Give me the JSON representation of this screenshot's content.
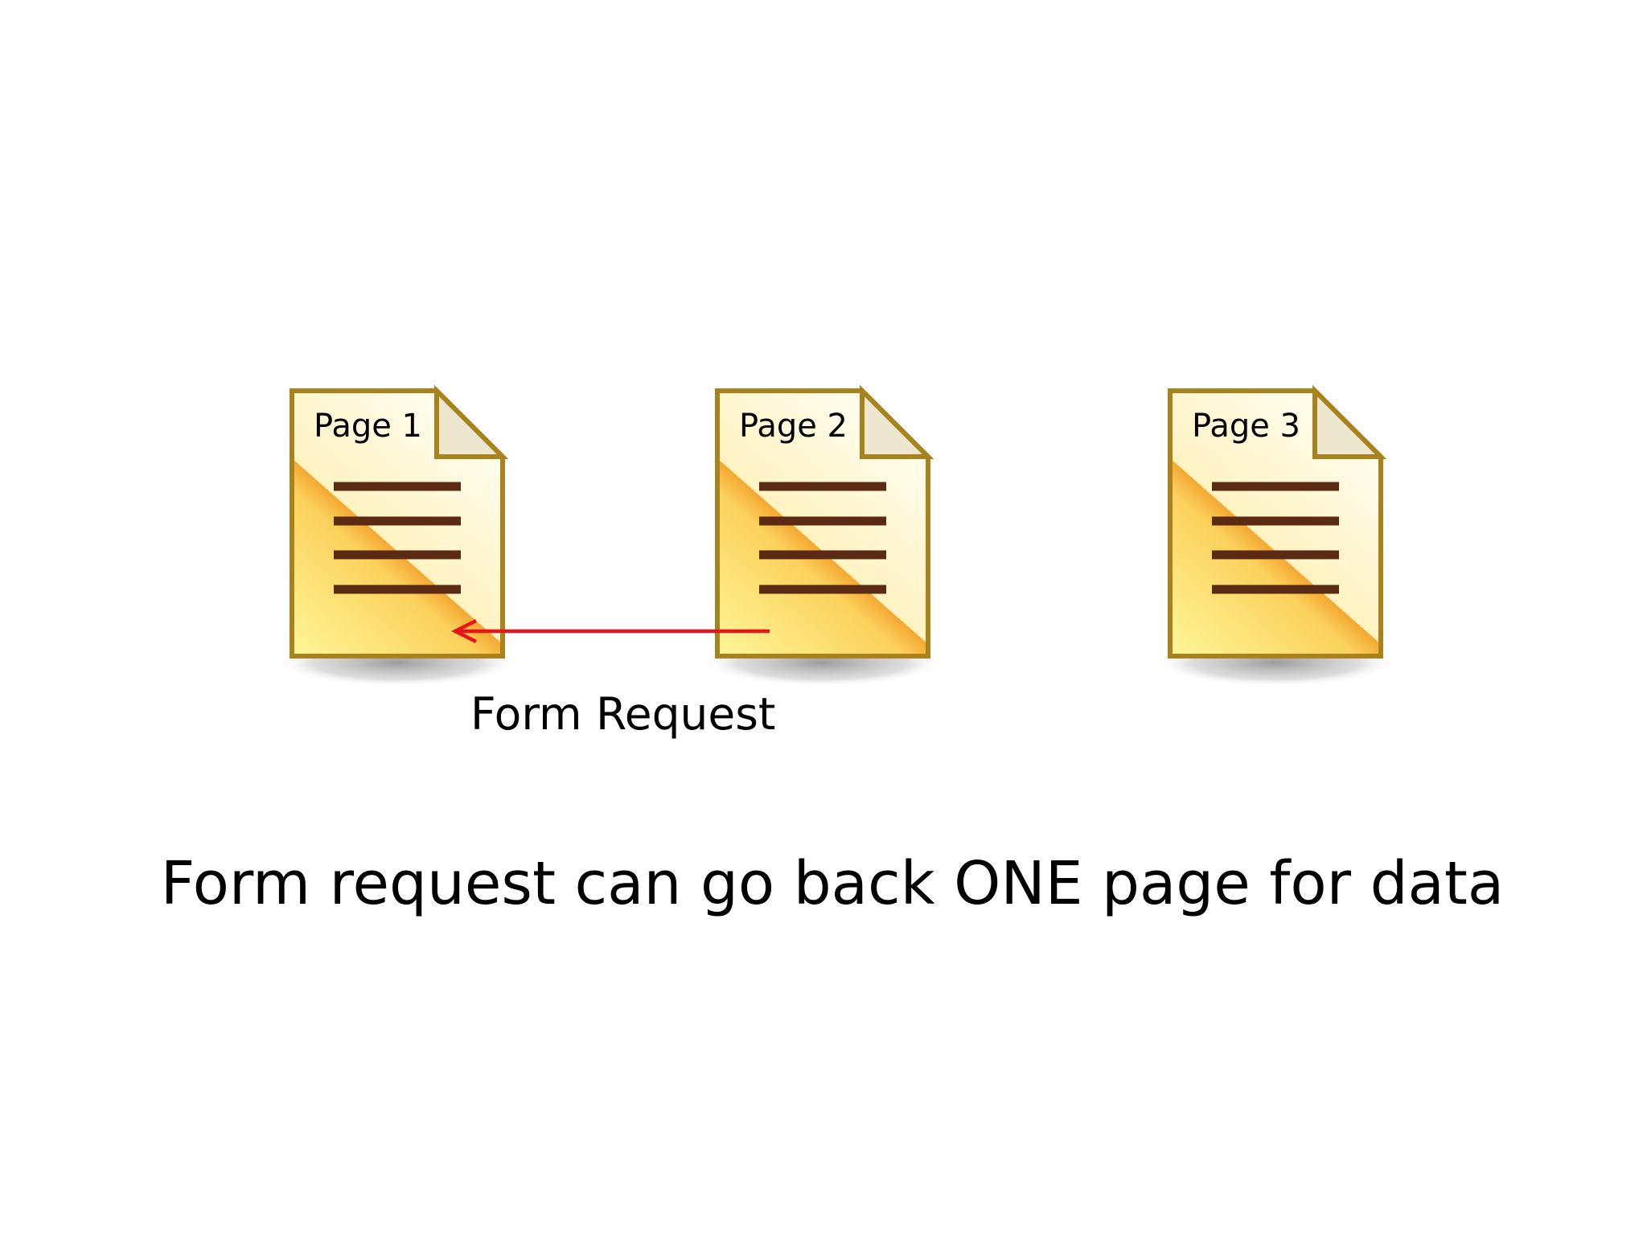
{
  "pages": [
    {
      "label": "Page 1"
    },
    {
      "label": "Page 2"
    },
    {
      "label": "Page 3"
    }
  ],
  "arrow": {
    "from": "Page 2",
    "to": "Page 1",
    "label": "Form Request",
    "color": "#e8141c"
  },
  "caption": "Form request can go back ONE page for data",
  "colors": {
    "doc_border": "#a8821c",
    "doc_fill_light": "#fffbe0",
    "doc_fill_dark": "#f3a52a",
    "doc_lines": "#5a2a12",
    "fold_fill": "#ede7cf"
  },
  "icons": [
    "document-icon",
    "document-icon",
    "document-icon"
  ]
}
